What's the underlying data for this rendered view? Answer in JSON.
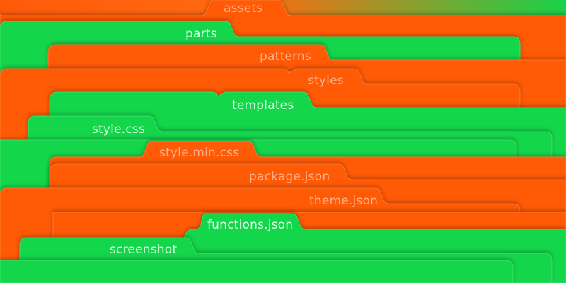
{
  "folders": [
    {
      "label": "assets"
    },
    {
      "label": "parts"
    },
    {
      "label": "patterns"
    },
    {
      "label": "styles"
    },
    {
      "label": "templates"
    },
    {
      "label": "style.css"
    },
    {
      "label": "style.min.css"
    },
    {
      "label": "package.json"
    },
    {
      "label": "theme.json"
    },
    {
      "label": "functions.json"
    },
    {
      "label": "screenshot"
    }
  ],
  "colors": {
    "orange": "#ff5a06",
    "orange_light": "#ff7a2a",
    "green": "#14d64b",
    "green_light": "#3be06a",
    "shadow": "rgba(0,0,0,0.28)"
  }
}
